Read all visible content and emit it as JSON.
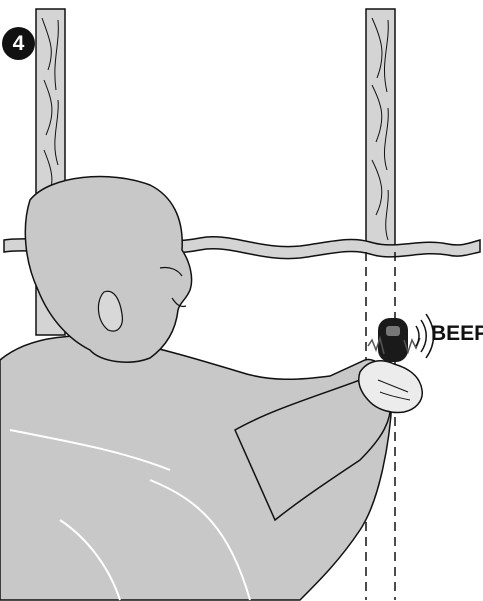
{
  "step": {
    "number": "4"
  },
  "callout": {
    "beep_text": "BEEP"
  },
  "colors": {
    "stud_fill": "#d4d4d4",
    "person_fill": "#c8c8c8",
    "outline": "#111111",
    "background": "#ffffff"
  },
  "icons": {
    "step_badge": "step-number-badge",
    "sound": "sound-waves-icon"
  }
}
